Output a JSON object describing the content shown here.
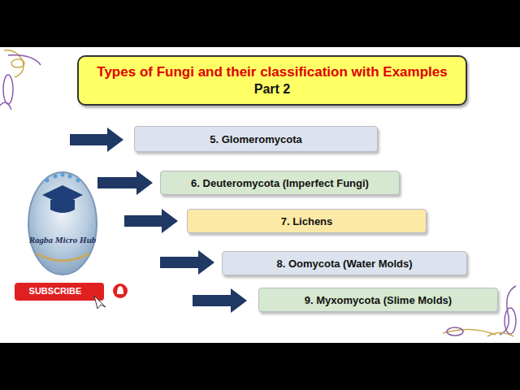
{
  "diagram": {
    "title": "Types of Fungi and their classification with Examples",
    "nodes": [
      {
        "text": [
          "5. Glomeromycota"
        ]
      },
      {
        "text": [
          "6. Deuteromycota (Imperfect Fungi)"
        ]
      },
      {
        "text": [
          "7. Lichens"
        ]
      },
      {
        "text": [
          "8. Oomycota (Water Molds)"
        ]
      },
      {
        "text": [
          "9. Myxomycota (Slime Molds)"
        ]
      }
    ],
    "labels": [
      "Part 2",
      "Ragba Micro Hub",
      "SUBSCRIBE"
    ]
  }
}
